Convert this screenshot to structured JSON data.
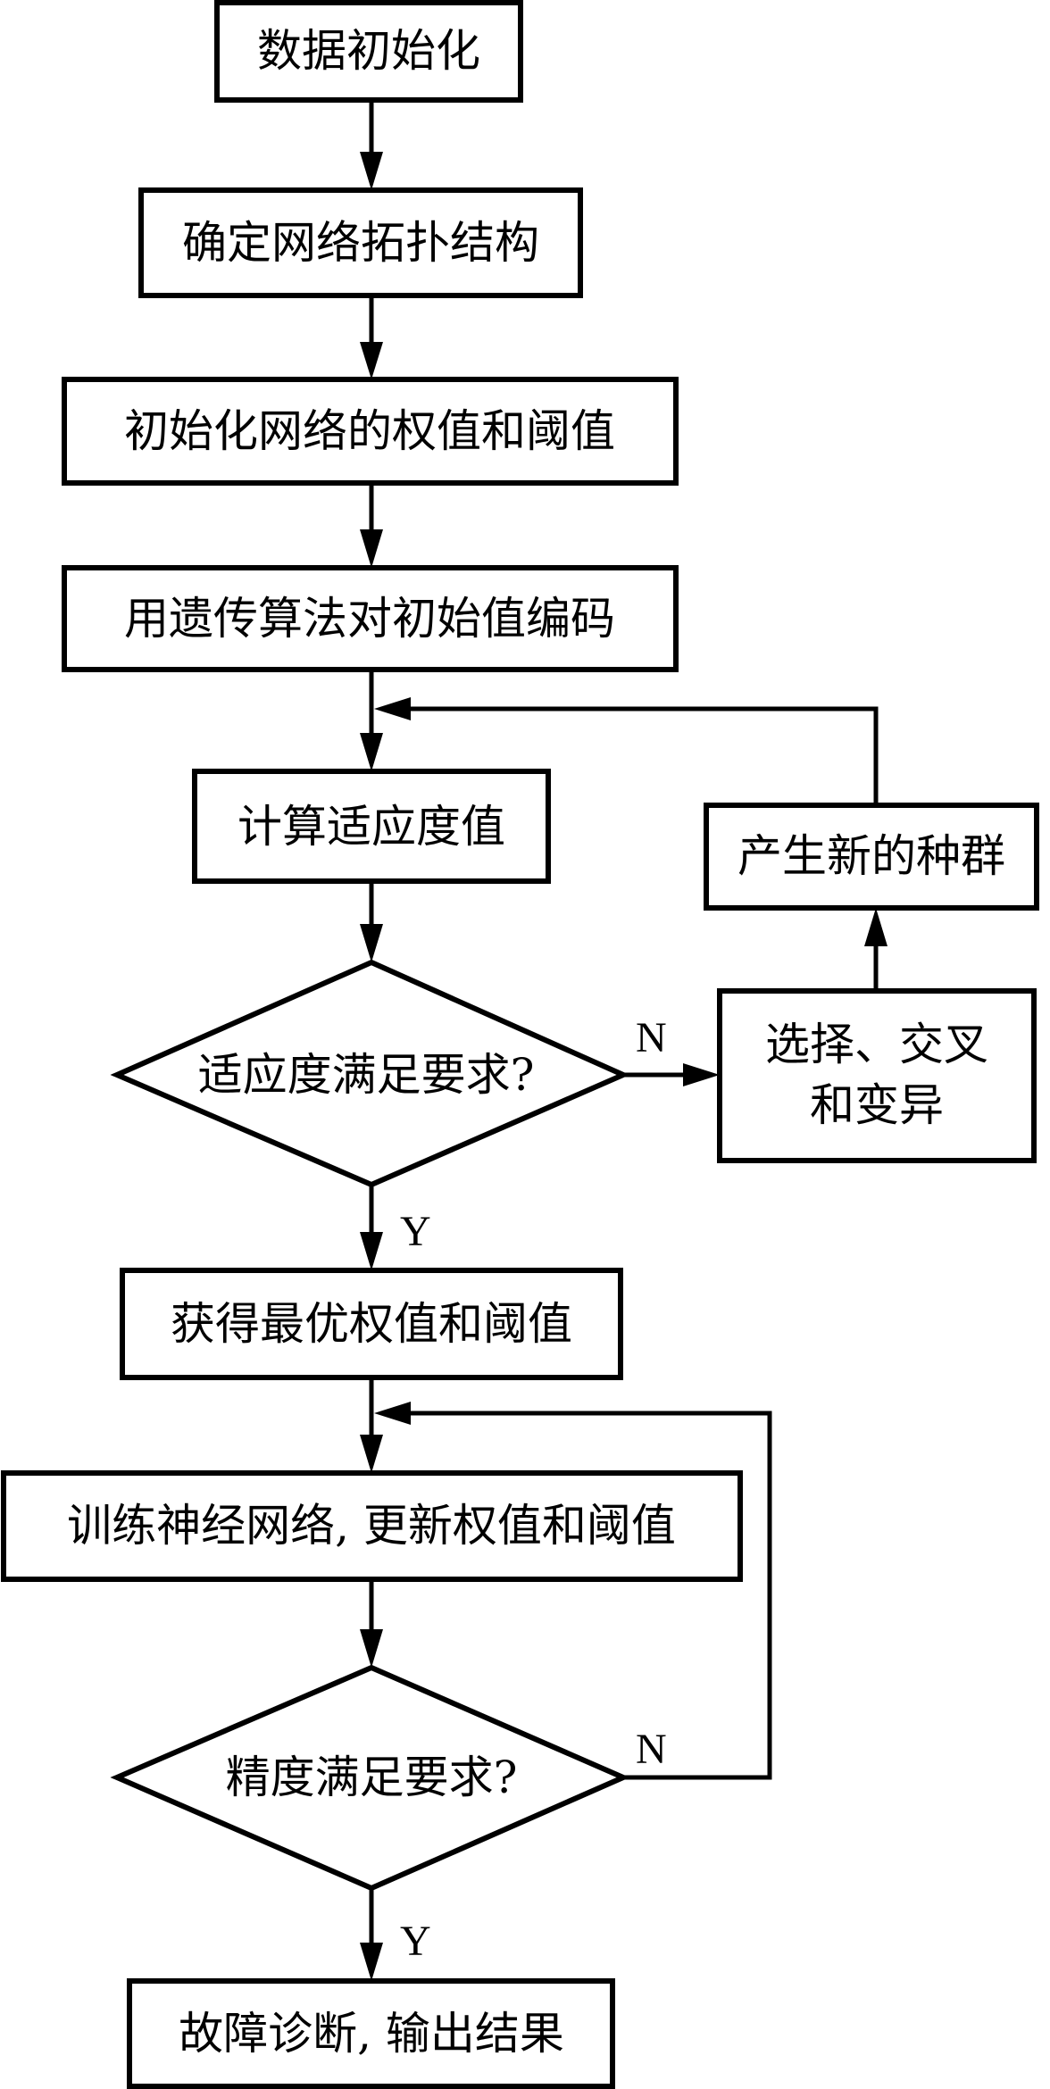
{
  "diagram": {
    "nodes": [
      {
        "id": "init_data",
        "type": "process",
        "label": "数据初始化"
      },
      {
        "id": "topology",
        "type": "process",
        "label": "确定网络拓扑结构"
      },
      {
        "id": "init_weights",
        "type": "process",
        "label": "初始化网络的权值和阈值"
      },
      {
        "id": "ga_encode",
        "type": "process",
        "label": "用遗传算法对初始值编码"
      },
      {
        "id": "fitness",
        "type": "process",
        "label": "计算适应度值"
      },
      {
        "id": "fitness_check",
        "type": "decision",
        "label": "适应度满足要求?"
      },
      {
        "id": "ga_ops",
        "type": "process",
        "label_lines": [
          "选择、交叉",
          "和变异"
        ]
      },
      {
        "id": "new_pop",
        "type": "process",
        "label": "产生新的种群"
      },
      {
        "id": "best",
        "type": "process",
        "label": "获得最优权值和阈值"
      },
      {
        "id": "train",
        "type": "process",
        "label": "训练神经网络, 更新权值和阈值"
      },
      {
        "id": "acc_check",
        "type": "decision",
        "label": "精度满足要求?"
      },
      {
        "id": "output",
        "type": "process",
        "label": "故障诊断, 输出结果"
      }
    ],
    "edges": [
      {
        "from": "init_data",
        "to": "topology",
        "label": ""
      },
      {
        "from": "topology",
        "to": "init_weights",
        "label": ""
      },
      {
        "from": "init_weights",
        "to": "ga_encode",
        "label": ""
      },
      {
        "from": "ga_encode",
        "to": "fitness",
        "label": ""
      },
      {
        "from": "fitness",
        "to": "fitness_check",
        "label": ""
      },
      {
        "from": "fitness_check",
        "to": "ga_ops",
        "label": "N"
      },
      {
        "from": "ga_ops",
        "to": "new_pop",
        "label": ""
      },
      {
        "from": "new_pop",
        "to": "fitness",
        "label": ""
      },
      {
        "from": "fitness_check",
        "to": "best",
        "label": "Y"
      },
      {
        "from": "best",
        "to": "train",
        "label": ""
      },
      {
        "from": "train",
        "to": "acc_check",
        "label": ""
      },
      {
        "from": "acc_check",
        "to": "train",
        "label": "N"
      },
      {
        "from": "acc_check",
        "to": "output",
        "label": "Y"
      }
    ],
    "labels": {
      "no": "N",
      "yes": "Y"
    }
  }
}
